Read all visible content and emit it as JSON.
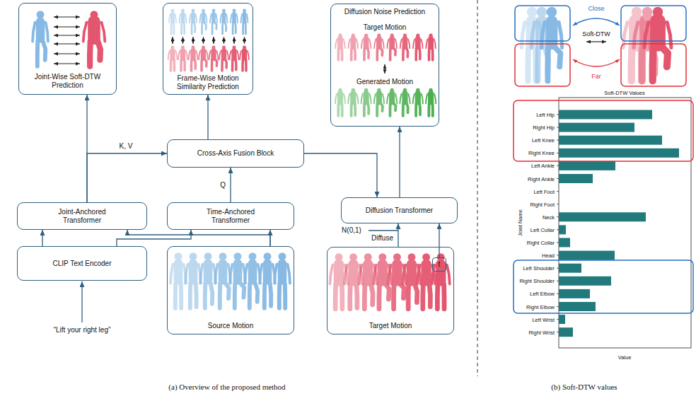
{
  "diagram": {
    "nodes": [
      {
        "text": [
          "Joint-Wise Soft-DTW Prediction"
        ]
      },
      {
        "text": [
          "Frame-Wise Motion Similarity Prediction"
        ]
      },
      {
        "text": [
          "Diffusion Noise Prediction",
          "Target Motion",
          "Generated Motion"
        ]
      },
      {
        "text": [
          "Cross-Axis Fusion Block"
        ]
      },
      {
        "text": [
          "Joint-Anchored Transformer"
        ]
      },
      {
        "text": [
          "Time-Anchored Transformer"
        ]
      },
      {
        "text": [
          "Diffusion Transformer"
        ]
      },
      {
        "text": [
          "t"
        ]
      },
      {
        "text": [
          "CLIP Text Encoder"
        ]
      },
      {
        "text": [
          "Source Motion"
        ]
      },
      {
        "text": [
          "Target Motion"
        ]
      }
    ],
    "edges": [
      {
        "from": 4,
        "to": 0,
        "arrow": "to"
      },
      {
        "from": 4,
        "to": 3,
        "label": "K, V",
        "arrow": "to"
      },
      {
        "from": 5,
        "to": 3,
        "label": "Q",
        "arrow": "to"
      },
      {
        "from": 3,
        "to": 1,
        "arrow": "to"
      },
      {
        "from": 3,
        "to": 6,
        "arrow": "to"
      },
      {
        "from": 6,
        "to": 2,
        "arrow": "to"
      },
      {
        "from": 8,
        "to": 4,
        "arrow": "to"
      },
      {
        "from": 8,
        "to": 5,
        "arrow": "to"
      },
      {
        "from": 9,
        "to": 4,
        "arrow": "to"
      },
      {
        "from": 9,
        "to": 5,
        "arrow": "to"
      },
      {
        "from": 10,
        "to": 6,
        "label": "Diffuse",
        "arrow": "to"
      },
      {
        "from": 7,
        "to": 6,
        "arrow": "to"
      }
    ],
    "labels": [
      "N(0,1)",
      "“Lift your right leg”",
      "(a) Overview of the proposed method",
      "(b) Soft-DTW values",
      "Close",
      "Soft-DTW",
      "Far",
      "Soft-DTW Values",
      "Left Hip",
      "Right Hip",
      "Left Knee",
      "Right Knee",
      "Left Ankle",
      "Right Ankle",
      "Left Foot",
      "Right Foot",
      "Neck",
      "Left Collar",
      "Right Collar",
      "Head",
      "Left Shoulder",
      "Right Shoulder",
      "Left Elbow",
      "Right Elbow",
      "Left Wrist",
      "Right Wrist",
      "Joint Name",
      "Value"
    ]
  }
}
